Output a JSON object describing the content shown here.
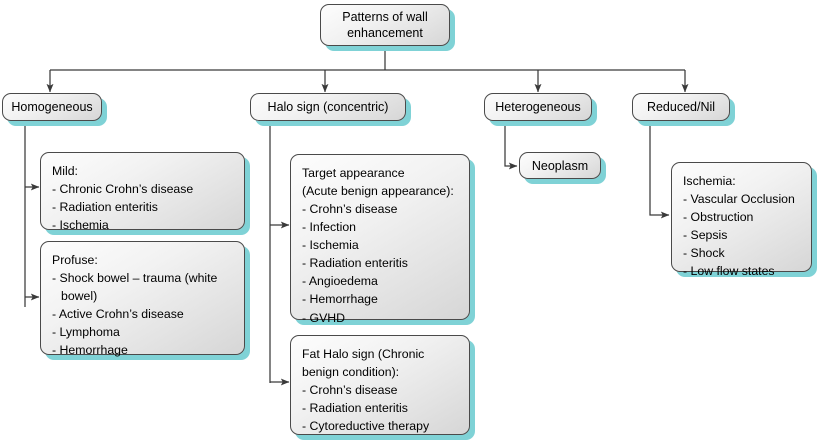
{
  "diagram": {
    "title": "Patterns of wall enhancement",
    "accent_shadow_color": "#7fd2d6",
    "box_border_color": "#4a4a4a",
    "connector_color": "#3a3a3a",
    "root": {
      "label": "Patterns of wall\nenhancement"
    },
    "branches": [
      {
        "key": "homogeneous",
        "label": "Homogeneous"
      },
      {
        "key": "halo",
        "label": "Halo sign (concentric)"
      },
      {
        "key": "heterogeneous",
        "label": "Heterogeneous"
      },
      {
        "key": "reduced",
        "label": "Reduced/Nil"
      }
    ],
    "detail_boxes": [
      {
        "key": "mild",
        "heading": "Mild:",
        "items": [
          "- Chronic Crohn’s disease",
          "- Radiation enteritis",
          "- Ischemia"
        ]
      },
      {
        "key": "profuse",
        "heading": "Profuse:",
        "items": [
          "- Shock bowel – trauma (white",
          "bowel)",
          "- Active Crohn’s disease",
          "- Lymphoma",
          "- Hemorrhage"
        ]
      },
      {
        "key": "target-appearance",
        "heading": "Target appearance",
        "subheading": "(Acute benign appearance):",
        "items": [
          "- Crohn’s disease",
          "- Infection",
          "- Ischemia",
          "- Radiation enteritis",
          "- Angioedema",
          "- Hemorrhage",
          "- GVHD"
        ]
      },
      {
        "key": "fat-halo-sign",
        "heading": "Fat Halo sign (Chronic",
        "subheading": "benign condition):",
        "items": [
          "- Crohn’s disease",
          "- Radiation enteritis",
          "- Cytoreductive therapy"
        ]
      },
      {
        "key": "neoplasm",
        "heading": "Neoplasm",
        "items": []
      },
      {
        "key": "ischemia",
        "heading": "Ischemia:",
        "items": [
          "- Vascular Occlusion",
          "- Obstruction",
          "- Sepsis",
          "- Shock",
          "- Low flow states"
        ]
      }
    ]
  }
}
